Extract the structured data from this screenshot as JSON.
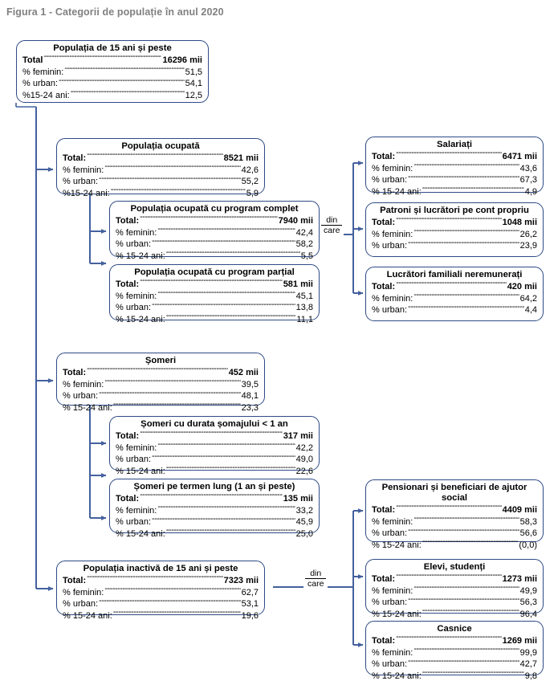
{
  "figure": {
    "title": "Figura 1 - Categorii de populație în anul 2020"
  },
  "labels": {
    "din": "din",
    "care": "care"
  },
  "nodes": {
    "pop15": {
      "title": "Populația de 15 ani și peste",
      "rows": [
        {
          "label": "Total",
          "value": "16296 mii",
          "bold": true
        },
        {
          "label": "% feminin:",
          "value": "51,5",
          "bold": false
        },
        {
          "label": "% urban:",
          "value": "54,1",
          "bold": false
        },
        {
          "label": "%15-24 ani:",
          "value": "12,5",
          "bold": false
        }
      ]
    },
    "ocupata": {
      "title": "Populația ocupată",
      "rows": [
        {
          "label": "Total:",
          "value": "8521 mii",
          "bold": true
        },
        {
          "label": "% feminin:",
          "value": "42,6",
          "bold": false
        },
        {
          "label": "% urban:",
          "value": "55,2",
          "bold": false
        },
        {
          "label": "%15-24 ani:",
          "value": "5,9",
          "bold": false
        }
      ]
    },
    "complet": {
      "title": "Populația ocupată cu program complet",
      "rows": [
        {
          "label": "Total:",
          "value": "7940 mii",
          "bold": true
        },
        {
          "label": "% feminin:",
          "value": "42,4",
          "bold": false
        },
        {
          "label": "% urban:",
          "value": "58,2",
          "bold": false
        },
        {
          "label": "% 15-24 ani:",
          "value": "5,5",
          "bold": false
        }
      ]
    },
    "partial": {
      "title": "Populația ocupată cu program parțial",
      "rows": [
        {
          "label": "Total:",
          "value": "581 mii",
          "bold": true
        },
        {
          "label": "% feminin:",
          "value": "45,1",
          "bold": false
        },
        {
          "label": "% urban:",
          "value": "13,8",
          "bold": false
        },
        {
          "label": "% 15-24 ani:",
          "value": "11,1",
          "bold": false
        }
      ]
    },
    "salariati": {
      "title": "Salariați",
      "rows": [
        {
          "label": "Total:",
          "value": "6471 mii",
          "bold": true
        },
        {
          "label": "% feminin:",
          "value": "43,6",
          "bold": false
        },
        {
          "label": "% urban:",
          "value": "67,3",
          "bold": false
        },
        {
          "label": "% 15-24 ani:",
          "value": "4,9",
          "bold": false
        }
      ]
    },
    "patroni": {
      "title": "Patroni și lucrători pe cont propriu",
      "rows": [
        {
          "label": "Total:",
          "value": "1048 mii",
          "bold": true
        },
        {
          "label": "% feminin:",
          "value": "26,2",
          "bold": false
        },
        {
          "label": "% urban:",
          "value": "23,9",
          "bold": false
        }
      ]
    },
    "familiali": {
      "title": "Lucrători familiali neremunerați",
      "rows": [
        {
          "label": "Total:",
          "value": "420 mii",
          "bold": true
        },
        {
          "label": "% feminin:",
          "value": "64,2",
          "bold": false
        },
        {
          "label": "% urban:",
          "value": "4,4",
          "bold": false
        }
      ]
    },
    "someri": {
      "title": "Șomeri",
      "rows": [
        {
          "label": "Total:",
          "value": "452 mii",
          "bold": true
        },
        {
          "label": "% feminin:",
          "value": "39,5",
          "bold": false
        },
        {
          "label": "% urban:",
          "value": "48,1",
          "bold": false
        },
        {
          "label": "% 15-24 ani:",
          "value": "23,3",
          "bold": false
        }
      ]
    },
    "someri_scurt": {
      "title": "Șomeri cu durata șomajului < 1 an",
      "rows": [
        {
          "label": "Total:",
          "value": "317 mii",
          "bold": true
        },
        {
          "label": "% feminin:",
          "value": "42,2",
          "bold": false
        },
        {
          "label": "% urban:",
          "value": "49,0",
          "bold": false
        },
        {
          "label": "% 15-24 ani:",
          "value": "22,6",
          "bold": false
        }
      ]
    },
    "someri_lung": {
      "title": "Șomeri pe termen lung (1 an și peste)",
      "rows": [
        {
          "label": "Total:",
          "value": "135 mii",
          "bold": true
        },
        {
          "label": "% feminin:",
          "value": "33,2",
          "bold": false
        },
        {
          "label": "% urban:",
          "value": "45,9",
          "bold": false
        },
        {
          "label": "% 15-24 ani:",
          "value": "25,0",
          "bold": false
        }
      ]
    },
    "inactiva": {
      "title": "Populația inactivă de 15 ani și peste",
      "rows": [
        {
          "label": "Total:",
          "value": "7323 mii",
          "bold": true
        },
        {
          "label": "% feminin:",
          "value": "62,7",
          "bold": false
        },
        {
          "label": "% urban:",
          "value": "53,1",
          "bold": false
        },
        {
          "label": "% 15-24 ani:",
          "value": "19,6",
          "bold": false
        }
      ]
    },
    "pensionari": {
      "title": "Pensionari și beneficiari de ajutor social",
      "rows": [
        {
          "label": "Total:",
          "value": "4409 mii",
          "bold": true
        },
        {
          "label": "% feminin:",
          "value": "58,3",
          "bold": false
        },
        {
          "label": "% urban:",
          "value": "56,6",
          "bold": false
        },
        {
          "label": "% 15-24 ani:",
          "value": "(0,0)",
          "bold": false
        }
      ]
    },
    "elevi": {
      "title": "Elevi, studenți",
      "rows": [
        {
          "label": "Total:",
          "value": "1273 mii",
          "bold": true
        },
        {
          "label": "% feminin:",
          "value": "49,9",
          "bold": false
        },
        {
          "label": "% urban:",
          "value": "56,3",
          "bold": false
        },
        {
          "label": "% 15-24 ani:",
          "value": "96,4",
          "bold": false
        }
      ]
    },
    "casnice": {
      "title": "Casnice",
      "rows": [
        {
          "label": "Total:",
          "value": "1269 mii",
          "bold": true
        },
        {
          "label": "% feminin:",
          "value": "99,9",
          "bold": false
        },
        {
          "label": "% urban:",
          "value": "42,7",
          "bold": false
        },
        {
          "label": "% 15-24 ani:",
          "value": "9,8",
          "bold": false
        }
      ]
    }
  },
  "colors": {
    "box_border": "#2e4a86",
    "connector": "#44619e",
    "title_text": "#808080",
    "body_text": "#000000"
  }
}
